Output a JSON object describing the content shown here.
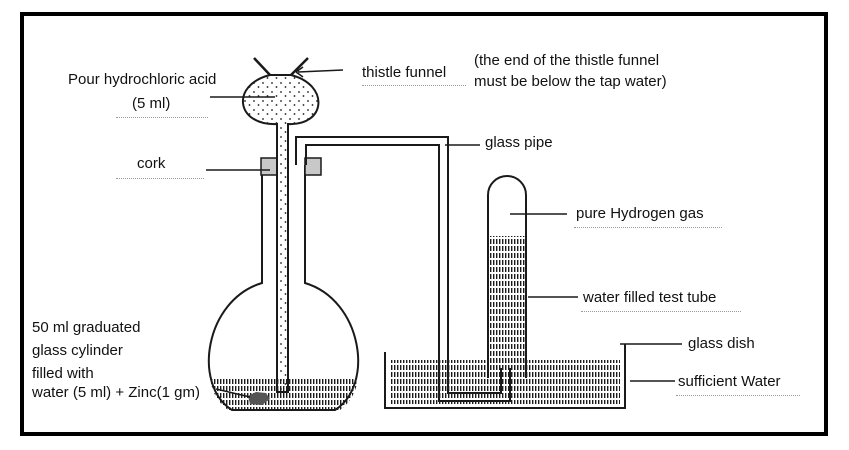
{
  "labels": {
    "pour_acid_line1": "Pour hydrochloric acid",
    "pour_acid_line2": "(5 ml)",
    "cork": "cork",
    "thistle_funnel": "thistle funnel",
    "note_line1": "(the end of the thistle funnel",
    "note_line2": "must be below the tap water)",
    "glass_pipe": "glass pipe",
    "hydrogen_gas": "pure Hydrogen gas",
    "test_tube": "water filled test tube",
    "glass_dish": "glass dish",
    "sufficient_water": "sufficient Water",
    "cylinder_line1": "50 ml  graduated",
    "cylinder_line2": "glass cylinder",
    "cylinder_line3": "filled with",
    "cylinder_line4": "water (5 ml) + Zinc(1 gm)"
  },
  "colors": {
    "frame": "#000000",
    "ink": "#1a1a1a",
    "cork": "#c8c8c8",
    "zinc": "#555555"
  }
}
